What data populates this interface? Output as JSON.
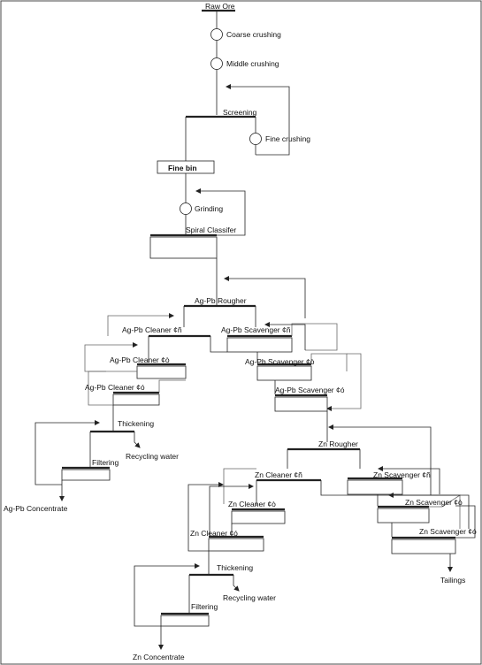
{
  "diagram": {
    "raw_ore": "Raw Ore",
    "coarse_crushing": "Coarse crushing",
    "middle_crushing": "Middle crushing",
    "screening": "Screening",
    "fine_crushing": "Fine crushing",
    "fine_bin": "Fine bin",
    "grinding": "Grinding",
    "spiral_classifier": "Spiral Classifer",
    "agpb_rougher": "Ag-Pb Rougher",
    "agpb_cleaner_1": "Ag-Pb Cleaner ¢ñ",
    "agpb_cleaner_2": "Ag-Pb Cleaner ¢ò",
    "agpb_cleaner_3": "Ag-Pb Cleaner ¢ó",
    "agpb_scavenger_1": "Ag-Pb Scavenger ¢ñ",
    "agpb_scavenger_2": "Ag-Pb Scavenger ¢ò",
    "agpb_scavenger_3": "Ag-Pb Scavenger ¢ó",
    "thickening_1": "Thickening",
    "recycling_water_1": "Recycling water",
    "filtering_1": "Filtering",
    "agpb_concentrate": "Ag-Pb Concentrate",
    "zn_rougher": "Zn Rougher",
    "zn_cleaner_1": "Zn Cleaner ¢ñ",
    "zn_cleaner_2": "Zn Cleaner ¢ò",
    "zn_cleaner_3": "Zn Cleaner ¢ó",
    "zn_scavenger_1": "Zn Scavenger ¢ñ",
    "zn_scavenger_2": "Zn Scavenger ¢ò",
    "zn_scavenger_3": "Zn Scavenger ¢ó",
    "tailings": "Tailings",
    "thickening_2": "Thickening",
    "recycling_water_2": "Recycling water",
    "filtering_2": "Filtering",
    "zn_concentrate": "Zn Concentrate"
  }
}
